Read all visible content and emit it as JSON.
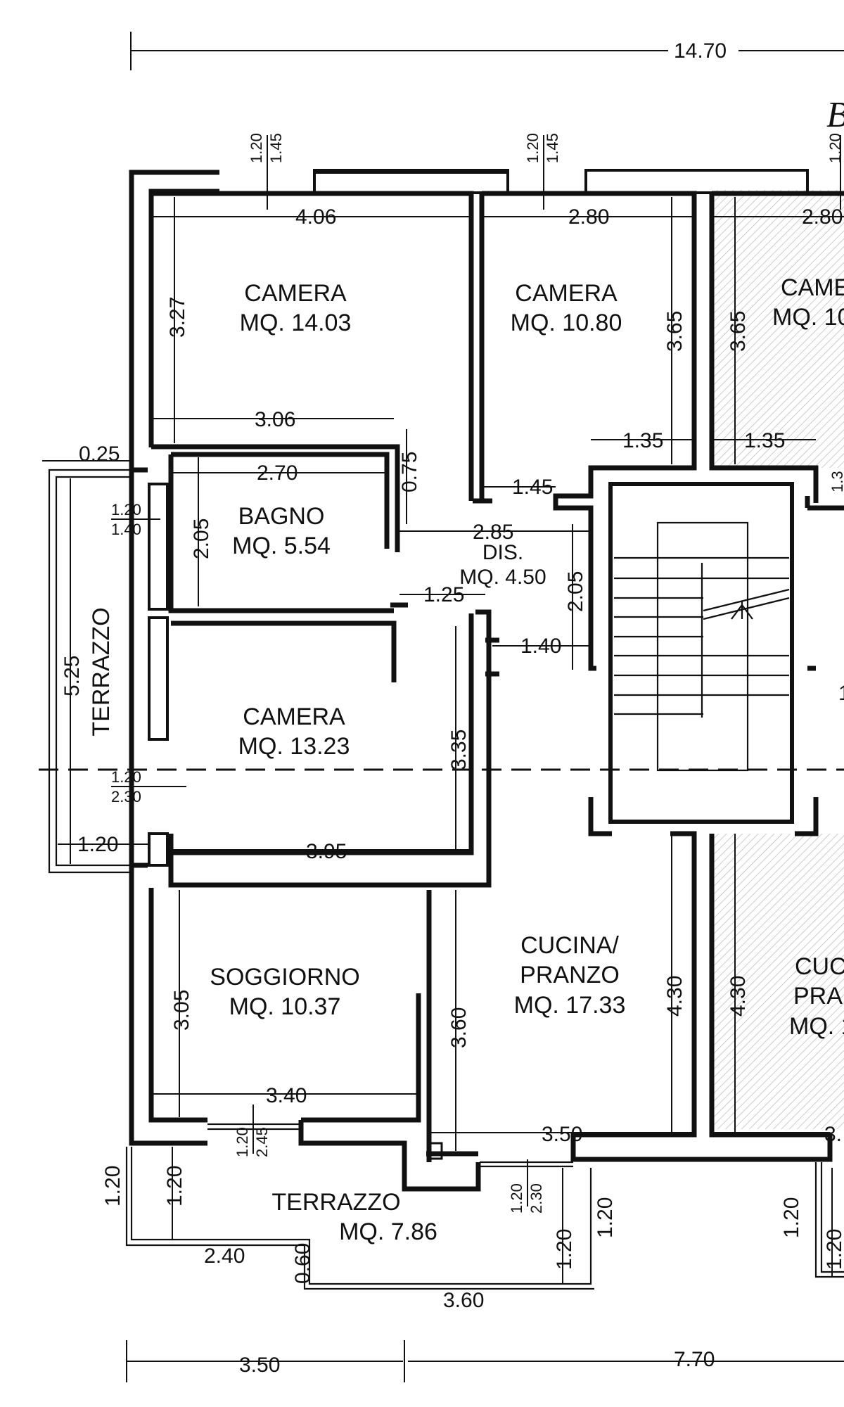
{
  "overall": {
    "top_width": "14.70",
    "bottom_left": "3.50",
    "bottom_right": "7.70",
    "stair_letter": "B"
  },
  "windows": {
    "w1a": "1.20",
    "w1b": "1.45",
    "w2a": "1.20",
    "w2b": "1.45",
    "w3a": "1.20",
    "w_bagno_a": "1.20",
    "w_bagno_b": "1.40",
    "w_camera_a": "1.20",
    "w_camera_b": "2.30",
    "w_sogg_a": "1.20",
    "w_sogg_b": "2.45",
    "w_cucina_a": "1.20",
    "w_cucina_b": "2.30"
  },
  "rooms": [
    {
      "name": "CAMERA",
      "area": "MQ. 14.03"
    },
    {
      "name": "CAMERA",
      "area": "MQ. 10.80"
    },
    {
      "name": "CAMER",
      "area": "MQ. 10"
    },
    {
      "name": "BAGNO",
      "area": "MQ. 5.54"
    },
    {
      "name": "DIS.",
      "area": "MQ. 4.50"
    },
    {
      "name": "CAMERA",
      "area": "MQ. 13.23"
    },
    {
      "name": "SOGGIORNO",
      "area": "MQ. 10.37"
    },
    {
      "name": "CUCINA/",
      "name2": "PRANZO",
      "area": "MQ. 17.33"
    },
    {
      "name": "CUCI",
      "name2": "PRAN",
      "area": "MQ. 1"
    },
    {
      "name": "TERRAZZO",
      "area": "MQ. 7.86"
    },
    {
      "name": "TERRAZZO",
      "area": ""
    }
  ],
  "dims": {
    "cam1_w": "4.06",
    "cam1_h": "3.27",
    "cam1_w2": "3.06",
    "cam2_w": "2.80",
    "cam2_h": "3.65",
    "cam2_s": "1.35",
    "cam3_w": "2.80",
    "cam3_h": "3.65",
    "cam3_s": "1.35",
    "cam3_x": "1.3",
    "edge": "0.25",
    "bagno_w": "2.70",
    "bagno_h": "2.05",
    "bagno_n": "0.75",
    "dis_a": "1.45",
    "dis_b": "2.85",
    "dis_c": "1.25",
    "dis_d": "1.40",
    "dis_h": "2.05",
    "terr_h": "5.25",
    "terr_w": "1.20",
    "cam4_h": "3.35",
    "cam4_w": "3.95",
    "sogg_h": "3.05",
    "sogg_w": "3.40",
    "cuc_h": "3.60",
    "cuc_h2": "4.30",
    "cuc_w": "3.50",
    "cuc3_h": "4.30",
    "cuc3_w": "3.",
    "tb_a": "1.20",
    "tb_b": "1.20",
    "tb_c": "2.40",
    "tb_d": "0.60",
    "tb_e": "3.60",
    "tb_f": "1.20",
    "tb_g": "1.20",
    "tb_h": "1.20",
    "tb_i": "1.20",
    "stair_r": "1"
  }
}
